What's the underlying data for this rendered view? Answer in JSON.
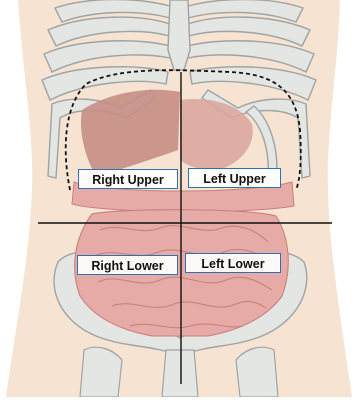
{
  "diagram": {
    "subject": "abdominal quadrants",
    "quadrants": [
      {
        "id": "right-upper",
        "label": "Right Upper"
      },
      {
        "id": "left-upper",
        "label": "Left Upper"
      },
      {
        "id": "right-lower",
        "label": "Right Lower"
      },
      {
        "id": "left-lower",
        "label": "Left Lower"
      }
    ],
    "colors": {
      "skin": "#f7e3d2",
      "bone": "#e4e6e4",
      "bone_outline": "#9ea3a4",
      "organ_liver": "#c58e85",
      "intestine": "#e6aba6",
      "intestine_outline": "#c98079",
      "label_border": "#2d6fb8",
      "divider_line": "#111111"
    }
  }
}
